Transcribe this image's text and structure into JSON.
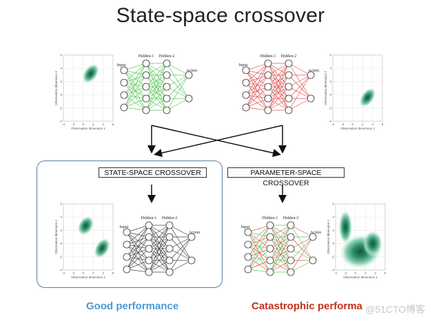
{
  "title": "State-space crossover",
  "plots": {
    "axis_x": "Observation dimension 1",
    "axis_y": "Observation dimension 2",
    "ticks_x": [
      "-4",
      "-2",
      "0",
      "2",
      "4",
      "6"
    ],
    "ticks_y": [
      "-4",
      "-2",
      "0",
      "2",
      "4",
      "6"
    ]
  },
  "network": {
    "input": "Input",
    "hidden1": "Hidden-1",
    "hidden2": "Hidden-2",
    "action": "Action"
  },
  "state_box": "STATE-SPACE CROSSOVER",
  "param_box": "PARAMETER-SPACE CROSSOVER",
  "footer_good": "Good  performance",
  "footer_bad": "Catastrophic  performa",
  "watermark": "@51CTO博客",
  "colors": {
    "green_net": "#5ec95e",
    "red_net": "#e05050",
    "gray_net": "#444444",
    "density": "#2e8b68",
    "good": "#4a9ad6",
    "bad": "#c0321c"
  }
}
